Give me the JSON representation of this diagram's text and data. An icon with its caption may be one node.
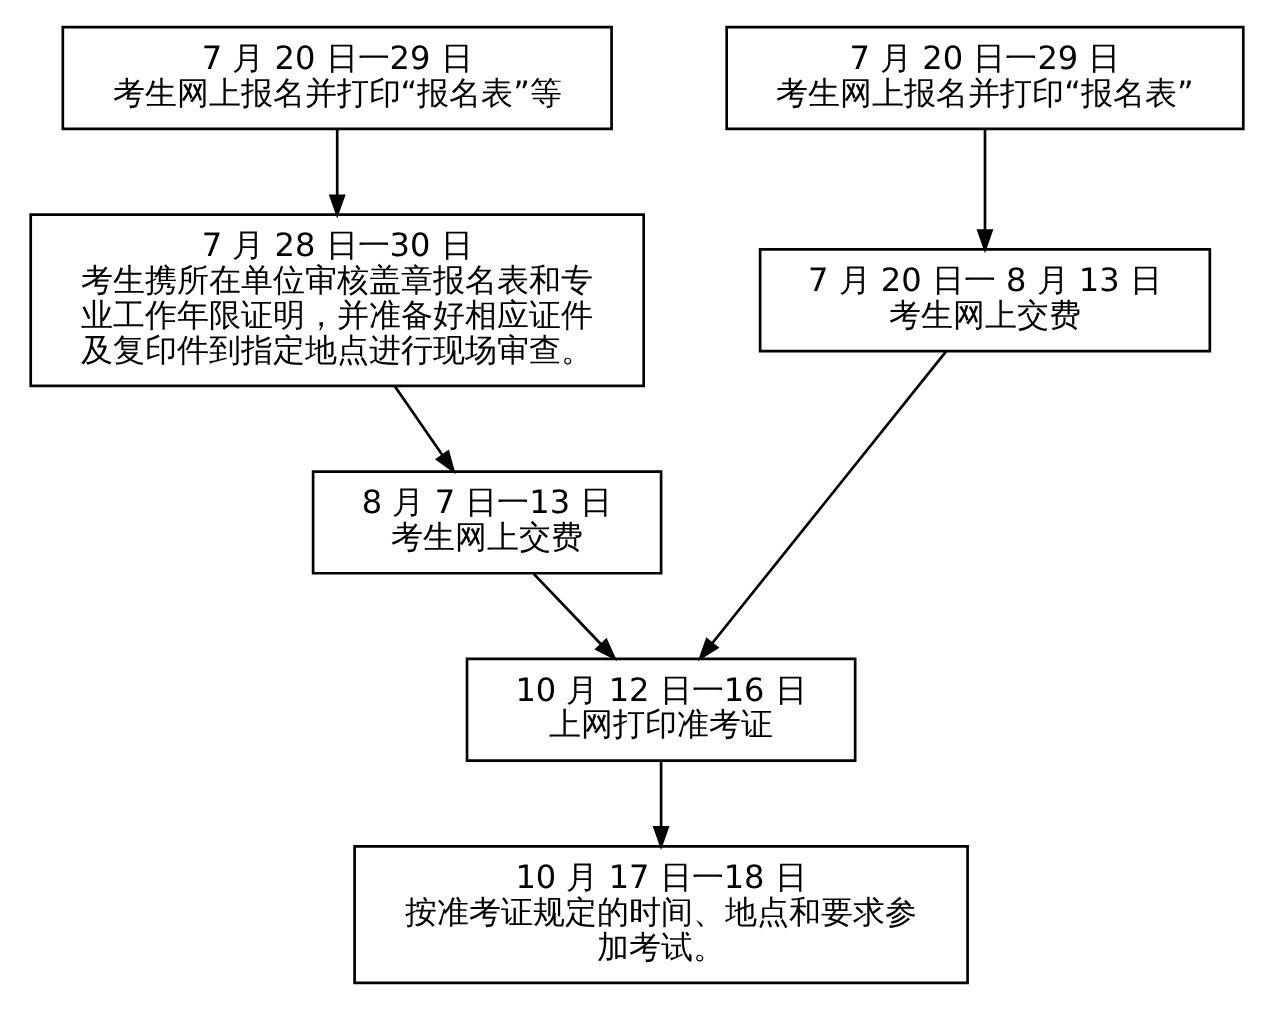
{
  "diagram": {
    "nodes": [
      {
        "text": [
          "7 月 20 日一29 日",
          "考生网上报名并打印“报名表”等"
        ]
      },
      {
        "text": [
          "7 月 28 日一30 日",
          "考生携所在单位审核盖章报名表和专业工作年限证明，并准备好相应证件及复印件到指定地点进行现场审查。"
        ]
      },
      {
        "text": [
          "8 月 7 日一13 日",
          "考生网上交费"
        ]
      },
      {
        "text": [
          "7 月 20 日一29 日",
          "考生网上报名并打印“报名表”"
        ]
      },
      {
        "text": [
          "7 月 20 日一 8 月 13 日",
          "考生网上交费"
        ]
      },
      {
        "text": [
          "10 月 12 日一16 日",
          "上网打印准考证"
        ]
      },
      {
        "text": [
          "10 月 17 日一18 日",
          "按准考证规定的时间、地点和要求参加考试。"
        ]
      }
    ],
    "edges": [
      {
        "from": 0,
        "to": 1,
        "arrow": "to"
      },
      {
        "from": 1,
        "to": 2,
        "arrow": "to"
      },
      {
        "from": 3,
        "to": 4,
        "arrow": "to"
      },
      {
        "from": 2,
        "to": 5,
        "arrow": "to"
      },
      {
        "from": 4,
        "to": 5,
        "arrow": "to"
      },
      {
        "from": 5,
        "to": 6,
        "arrow": "to"
      }
    ]
  }
}
